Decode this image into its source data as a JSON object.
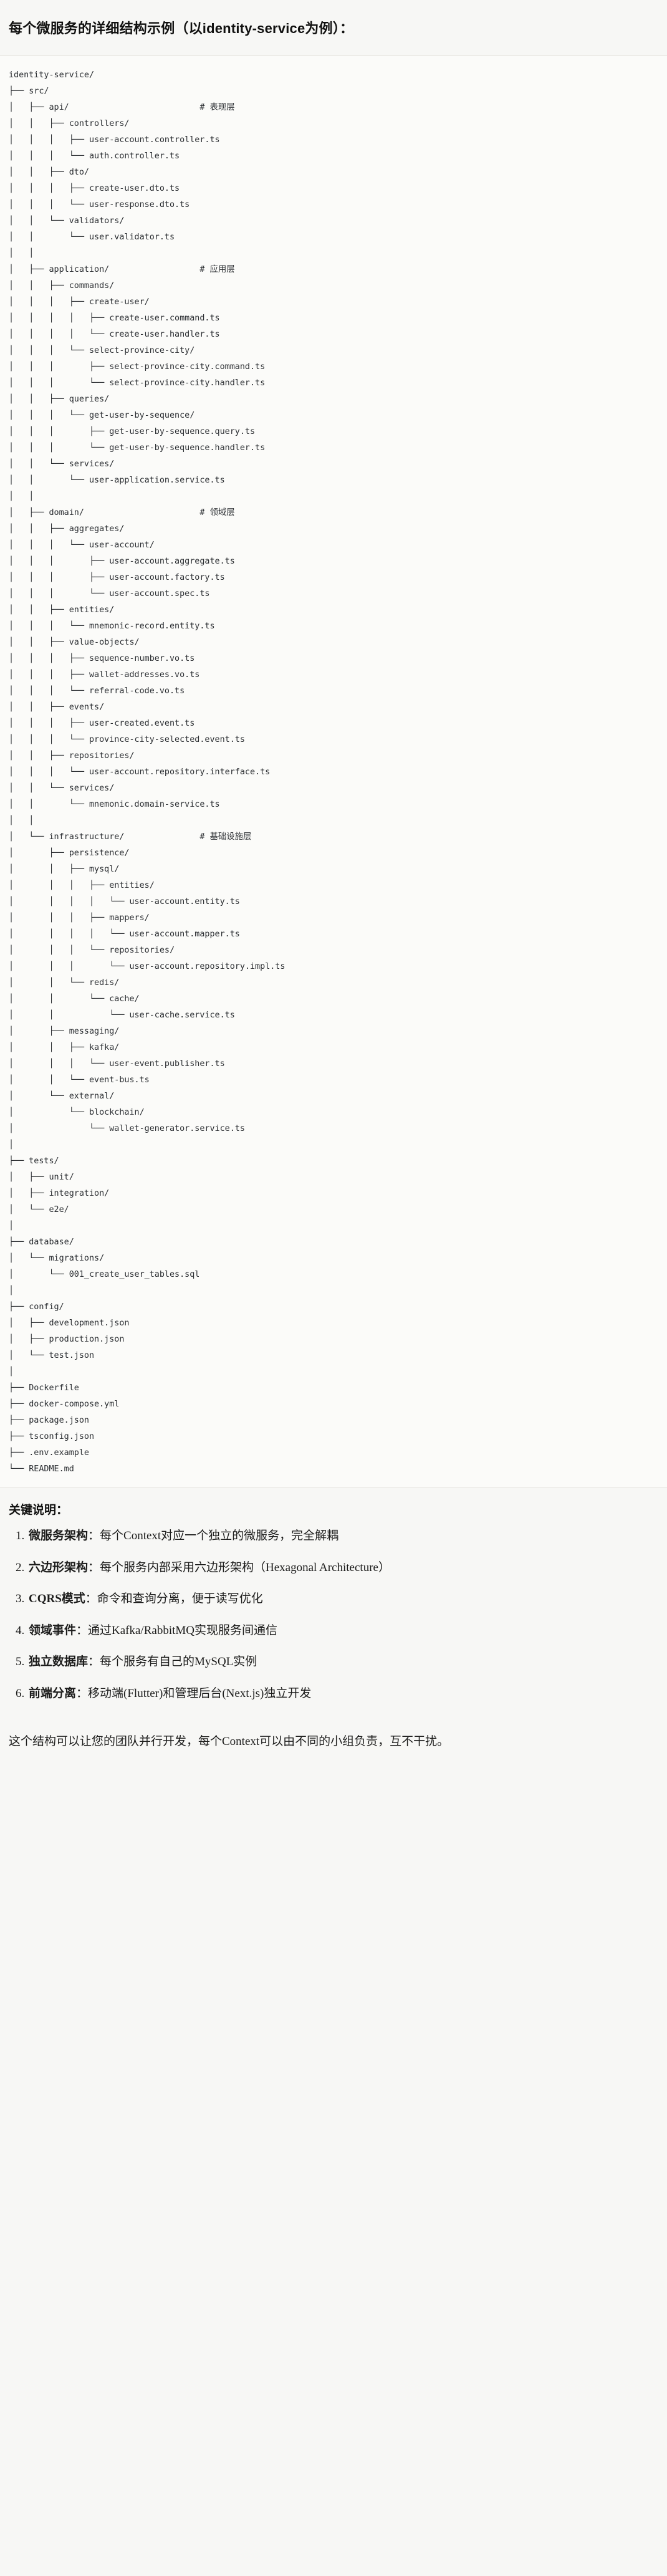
{
  "heading": "每个微服务的详细结构示例（以identity-service为例）：",
  "tree": {
    "root": "identity-service/",
    "comments": {
      "api": "# 表现层",
      "application": "# 应用层",
      "domain": "# 领域层",
      "infrastructure": "# 基础设施层"
    },
    "text": "identity-service/\n├── src/\n│   ├── api/                          # 表现层\n│   │   ├── controllers/\n│   │   │   ├── user-account.controller.ts\n│   │   │   └── auth.controller.ts\n│   │   ├── dto/\n│   │   │   ├── create-user.dto.ts\n│   │   │   └── user-response.dto.ts\n│   │   └── validators/\n│   │       └── user.validator.ts\n│   │\n│   ├── application/                  # 应用层\n│   │   ├── commands/\n│   │   │   ├── create-user/\n│   │   │   │   ├── create-user.command.ts\n│   │   │   │   └── create-user.handler.ts\n│   │   │   └── select-province-city/\n│   │   │       ├── select-province-city.command.ts\n│   │   │       └── select-province-city.handler.ts\n│   │   ├── queries/\n│   │   │   └── get-user-by-sequence/\n│   │   │       ├── get-user-by-sequence.query.ts\n│   │   │       └── get-user-by-sequence.handler.ts\n│   │   └── services/\n│   │       └── user-application.service.ts\n│   │\n│   ├── domain/                       # 领域层\n│   │   ├── aggregates/\n│   │   │   └── user-account/\n│   │   │       ├── user-account.aggregate.ts\n│   │   │       ├── user-account.factory.ts\n│   │   │       └── user-account.spec.ts\n│   │   ├── entities/\n│   │   │   └── mnemonic-record.entity.ts\n│   │   ├── value-objects/\n│   │   │   ├── sequence-number.vo.ts\n│   │   │   ├── wallet-addresses.vo.ts\n│   │   │   └── referral-code.vo.ts\n│   │   ├── events/\n│   │   │   ├── user-created.event.ts\n│   │   │   └── province-city-selected.event.ts\n│   │   ├── repositories/\n│   │   │   └── user-account.repository.interface.ts\n│   │   └── services/\n│   │       └── mnemonic.domain-service.ts\n│   │\n│   └── infrastructure/               # 基础设施层\n│       ├── persistence/\n│       │   ├── mysql/\n│       │   │   ├── entities/\n│       │   │   │   └── user-account.entity.ts\n│       │   │   ├── mappers/\n│       │   │   │   └── user-account.mapper.ts\n│       │   │   └── repositories/\n│       │   │       └── user-account.repository.impl.ts\n│       │   └── redis/\n│       │       └── cache/\n│       │           └── user-cache.service.ts\n│       ├── messaging/\n│       │   ├── kafka/\n│       │   │   └── user-event.publisher.ts\n│       │   └── event-bus.ts\n│       └── external/\n│           └── blockchain/\n│               └── wallet-generator.service.ts\n│\n├── tests/\n│   ├── unit/\n│   ├── integration/\n│   └── e2e/\n│\n├── database/\n│   └── migrations/\n│       └── 001_create_user_tables.sql\n│\n├── config/\n│   ├── development.json\n│   ├── production.json\n│   └── test.json\n│\n├── Dockerfile\n├── docker-compose.yml\n├── package.json\n├── tsconfig.json\n├── .env.example\n└── README.md"
  },
  "keys": {
    "title": "关键说明：",
    "items": [
      {
        "term": "微服务架构",
        "desc": "：每个Context对应一个独立的微服务，完全解耦"
      },
      {
        "term": "六边形架构",
        "desc": "：每个服务内部采用六边形架构（Hexagonal Architecture）"
      },
      {
        "term": "CQRS模式",
        "desc": "：命令和查询分离，便于读写优化"
      },
      {
        "term": "领域事件",
        "desc": "：通过Kafka/RabbitMQ实现服务间通信"
      },
      {
        "term": "独立数据库",
        "desc": "：每个服务有自己的MySQL实例"
      },
      {
        "term": "前端分离",
        "desc": "：移动端(Flutter)和管理后台(Next.js)独立开发"
      }
    ]
  },
  "closing": "这个结构可以让您的团队并行开发，每个Context可以由不同的小组负责，互不干扰。"
}
